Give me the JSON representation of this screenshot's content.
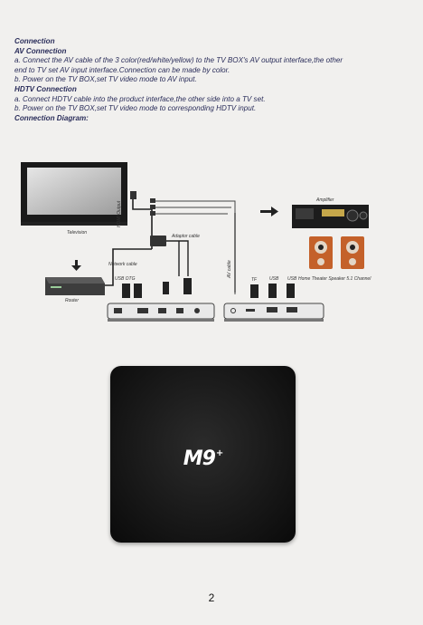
{
  "manual": {
    "lines": [
      {
        "text": "Connection",
        "bold": true
      },
      {
        "text": "AV Connection",
        "bold": true
      },
      {
        "text": "a. Connect the AV cable of the 3 color(red/white/yellow) to the TV BOX's AV output interface,the other",
        "bold": false
      },
      {
        "text": "end to TV set AV input interface.Connection can be made by color.",
        "bold": false
      },
      {
        "text": "b. Power on the TV BOX,set TV video mode to AV input.",
        "bold": false
      },
      {
        "text": "HDTV Connection",
        "bold": true
      },
      {
        "text": "a. Connect HDTV cable into the product interface,the other side into a TV set.",
        "bold": false
      },
      {
        "text": "b. Power on the TV BOX,set TV video mode to corresponding HDTV input.",
        "bold": false
      },
      {
        "text": "Connection Diagram:",
        "bold": true
      }
    ]
  },
  "diagram": {
    "television": "Television",
    "router": "Router",
    "network_cable": "Network cable",
    "hdmi_output": "HDMI Output",
    "adaptor_cable": "Adaptor cable",
    "av_cable": "AV cable",
    "amplifier": "Amplifier",
    "usb_otg": "USB OTG",
    "tf": "TF",
    "usb_1": "USB",
    "usb_2": "USB",
    "speakers": "Home Theater Speaker 5.1 Channel"
  },
  "product": {
    "logo_main": "M9",
    "logo_sup": "+"
  },
  "page_number": "2",
  "colors": {
    "paper": "#f1f0ee",
    "text": "#2a2d5a",
    "box": "#141414",
    "speaker": "#c4612a"
  }
}
